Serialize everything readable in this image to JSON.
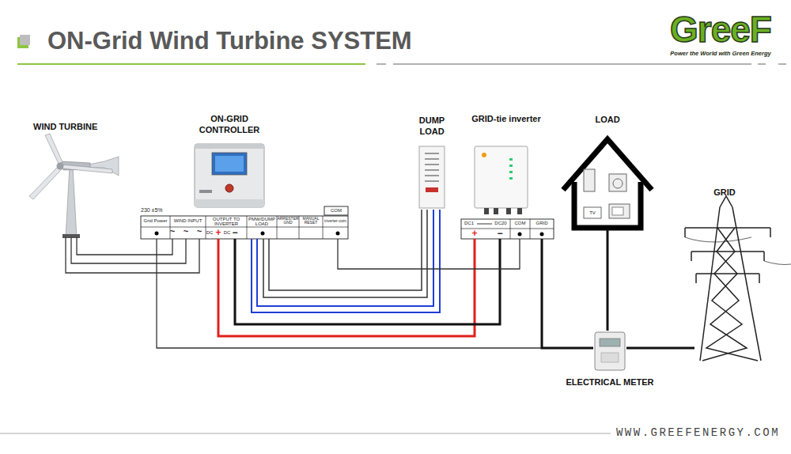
{
  "diagram": {
    "title": "ON-Grid Wind Turbine SYSTEM",
    "nodes": [
      {
        "text": [
          "WIND TURBINE"
        ]
      },
      {
        "text": [
          "ON-GRID CONTROLLER"
        ]
      },
      {
        "text": [
          "DUMP LOAD"
        ]
      },
      {
        "text": [
          "GRID-tie inverter"
        ]
      },
      {
        "text": [
          "LOAD"
        ]
      },
      {
        "text": [
          "GRID"
        ]
      },
      {
        "text": [
          "ELECTRICAL METER"
        ]
      }
    ],
    "edges": [
      {
        "from": 0,
        "to": 1,
        "arrow": "none"
      },
      {
        "from": 0,
        "to": 1,
        "arrow": "none"
      },
      {
        "from": 0,
        "to": 1,
        "arrow": "none"
      },
      {
        "from": 1,
        "to": 6,
        "arrow": "none"
      },
      {
        "from": 1,
        "to": 3,
        "arrow": "none"
      },
      {
        "from": 1,
        "to": 3,
        "arrow": "none"
      },
      {
        "from": 1,
        "to": 2,
        "arrow": "none"
      },
      {
        "from": 1,
        "to": 2,
        "arrow": "none"
      },
      {
        "from": 1,
        "to": 2,
        "arrow": "none"
      },
      {
        "from": 1,
        "to": 2,
        "arrow": "none"
      },
      {
        "from": 1,
        "to": 3,
        "arrow": "none"
      },
      {
        "from": 3,
        "to": 6,
        "arrow": "none"
      },
      {
        "from": 4,
        "to": 6,
        "arrow": "none"
      },
      {
        "from": 6,
        "to": 5,
        "arrow": "none"
      }
    ],
    "labels": [
      "230 ±5%",
      "Grid Power",
      "WIND INPUT",
      "~",
      "~",
      "~",
      "OUTPUT TO INVERTER",
      "DC",
      "+",
      "DC",
      "−",
      "PMW/DUMP LOAD",
      "ARRESTER GND",
      "MANUAL RESET",
      "COM",
      "inverter-com",
      "DC1",
      "DC20",
      "+",
      "−",
      "COM",
      "GRID",
      "TV",
      "GreeF",
      "Power the World with Green Energy",
      "WWW.GREEFENERGY.COM"
    ]
  }
}
